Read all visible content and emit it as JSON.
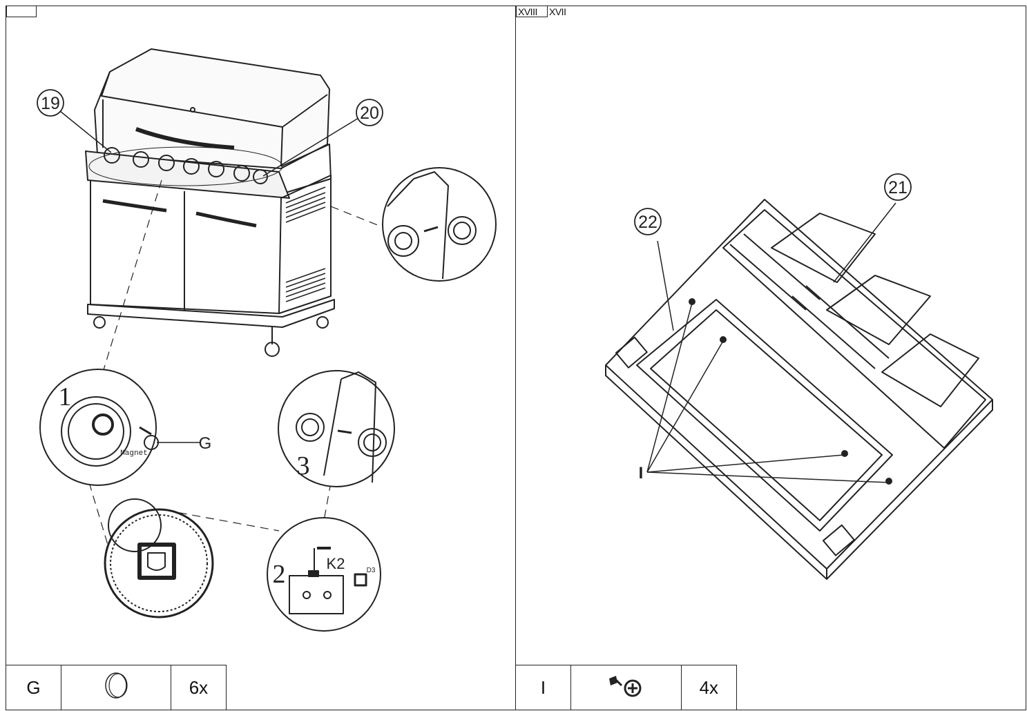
{
  "left": {
    "step": "",
    "callouts": {
      "c19": "19",
      "c20": "20",
      "g": "G",
      "magnet": "Magnet",
      "s1": "1",
      "s2": "2",
      "s3": "3",
      "k2": "K2",
      "d3": "D3"
    },
    "part": {
      "letter": "G",
      "qty": "6x",
      "icon": "battery-icon"
    }
  },
  "right": {
    "step1": "XVIII",
    "step2": "XVII",
    "callouts": {
      "c21": "21",
      "c22": "22",
      "i": "I"
    },
    "part": {
      "letter": "I",
      "qty": "4x",
      "icon": "screw-icon"
    }
  }
}
